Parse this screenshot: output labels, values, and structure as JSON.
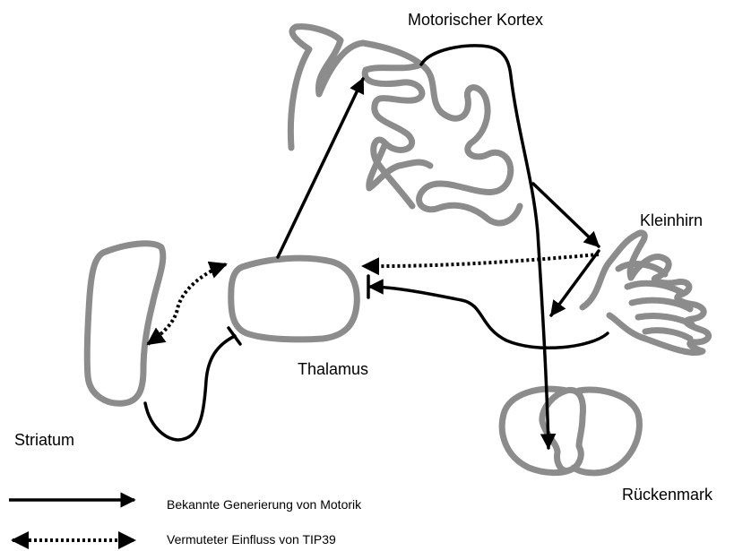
{
  "labels": {
    "motor_cortex": "Motorischer Kortex",
    "cerebellum": "Kleinhirn",
    "thalamus": "Thalamus",
    "striatum": "Striatum",
    "spinal_cord": "Rückenmark"
  },
  "legend": {
    "solid": "Bekannte Generierung von Motorik",
    "dotted": "Vermuteter Einfluss von TIP39"
  },
  "colors": {
    "organ_outline": "#8c8c8c",
    "pathway": "#000000"
  }
}
